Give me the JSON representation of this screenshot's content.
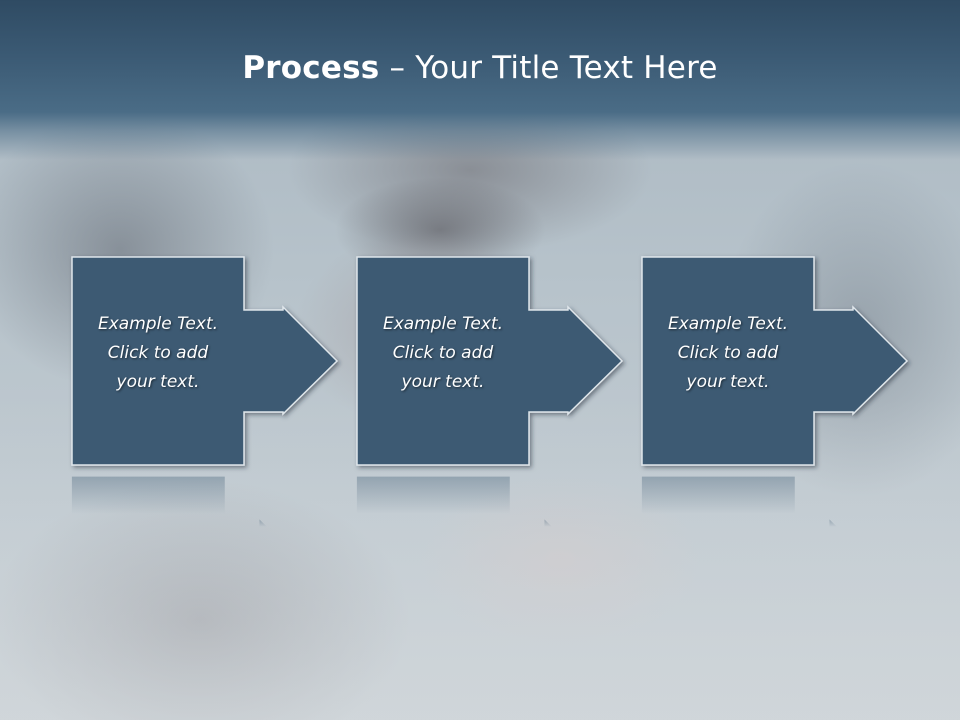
{
  "slide": {
    "title_bold": "Process",
    "title_rest": " – Your Title Text Here"
  },
  "steps": [
    {
      "line1": "Example Text.",
      "line2": "Click  to add",
      "line3": "your text."
    },
    {
      "line1": "Example Text.",
      "line2": "Click  to add",
      "line3": "your text."
    },
    {
      "line1": "Example Text.",
      "line2": "Click  to add",
      "line3": "your text."
    }
  ],
  "colors": {
    "title_band": "#3b5a74",
    "shape_fill": "#3d5a73",
    "shape_stroke": "#dfe6eb",
    "text": "#ffffff"
  }
}
